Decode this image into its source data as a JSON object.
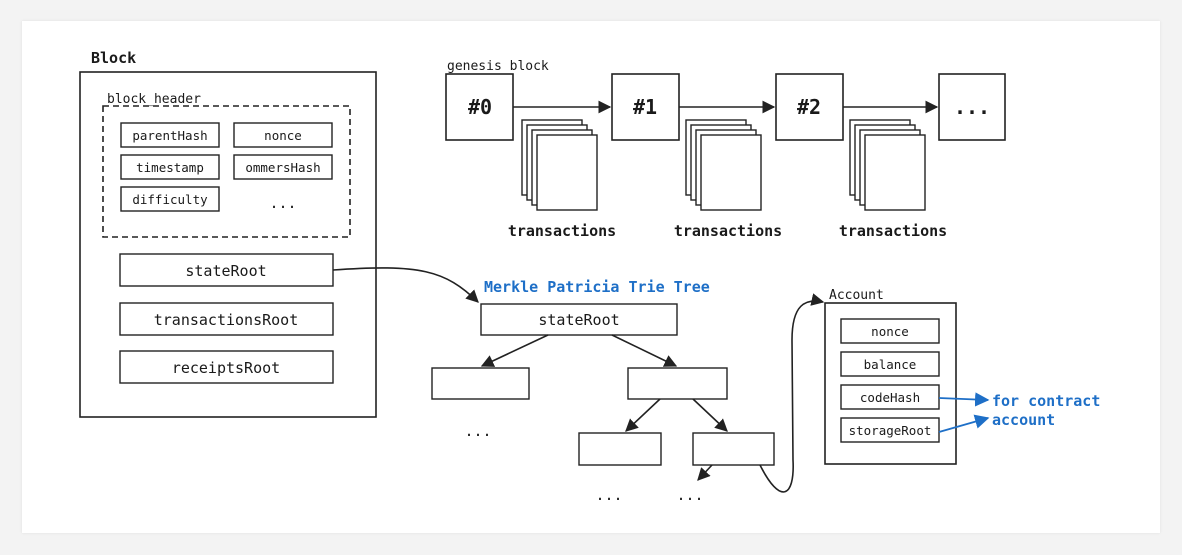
{
  "block": {
    "title": "Block",
    "header_label": "block_header",
    "header_fields": [
      "parentHash",
      "nonce",
      "timestamp",
      "ommersHash",
      "difficulty",
      "..."
    ],
    "roots": [
      "stateRoot",
      "transactionsRoot",
      "receiptsRoot"
    ]
  },
  "chain": {
    "genesis_label": "genesis block",
    "blocks": [
      "#0",
      "#1",
      "#2",
      "..."
    ],
    "transactions_label": "transactions"
  },
  "trie": {
    "title": "Merkle Patricia Trie Tree",
    "root_label": "stateRoot",
    "ellipsis": "..."
  },
  "account": {
    "title": "Account",
    "fields": [
      "nonce",
      "balance",
      "codeHash",
      "storageRoot"
    ],
    "note_line1": "for contract",
    "note_line2": "account"
  },
  "colors": {
    "accent": "#1e6fc7",
    "stroke": "#222222",
    "background": "#f3f3f3"
  }
}
